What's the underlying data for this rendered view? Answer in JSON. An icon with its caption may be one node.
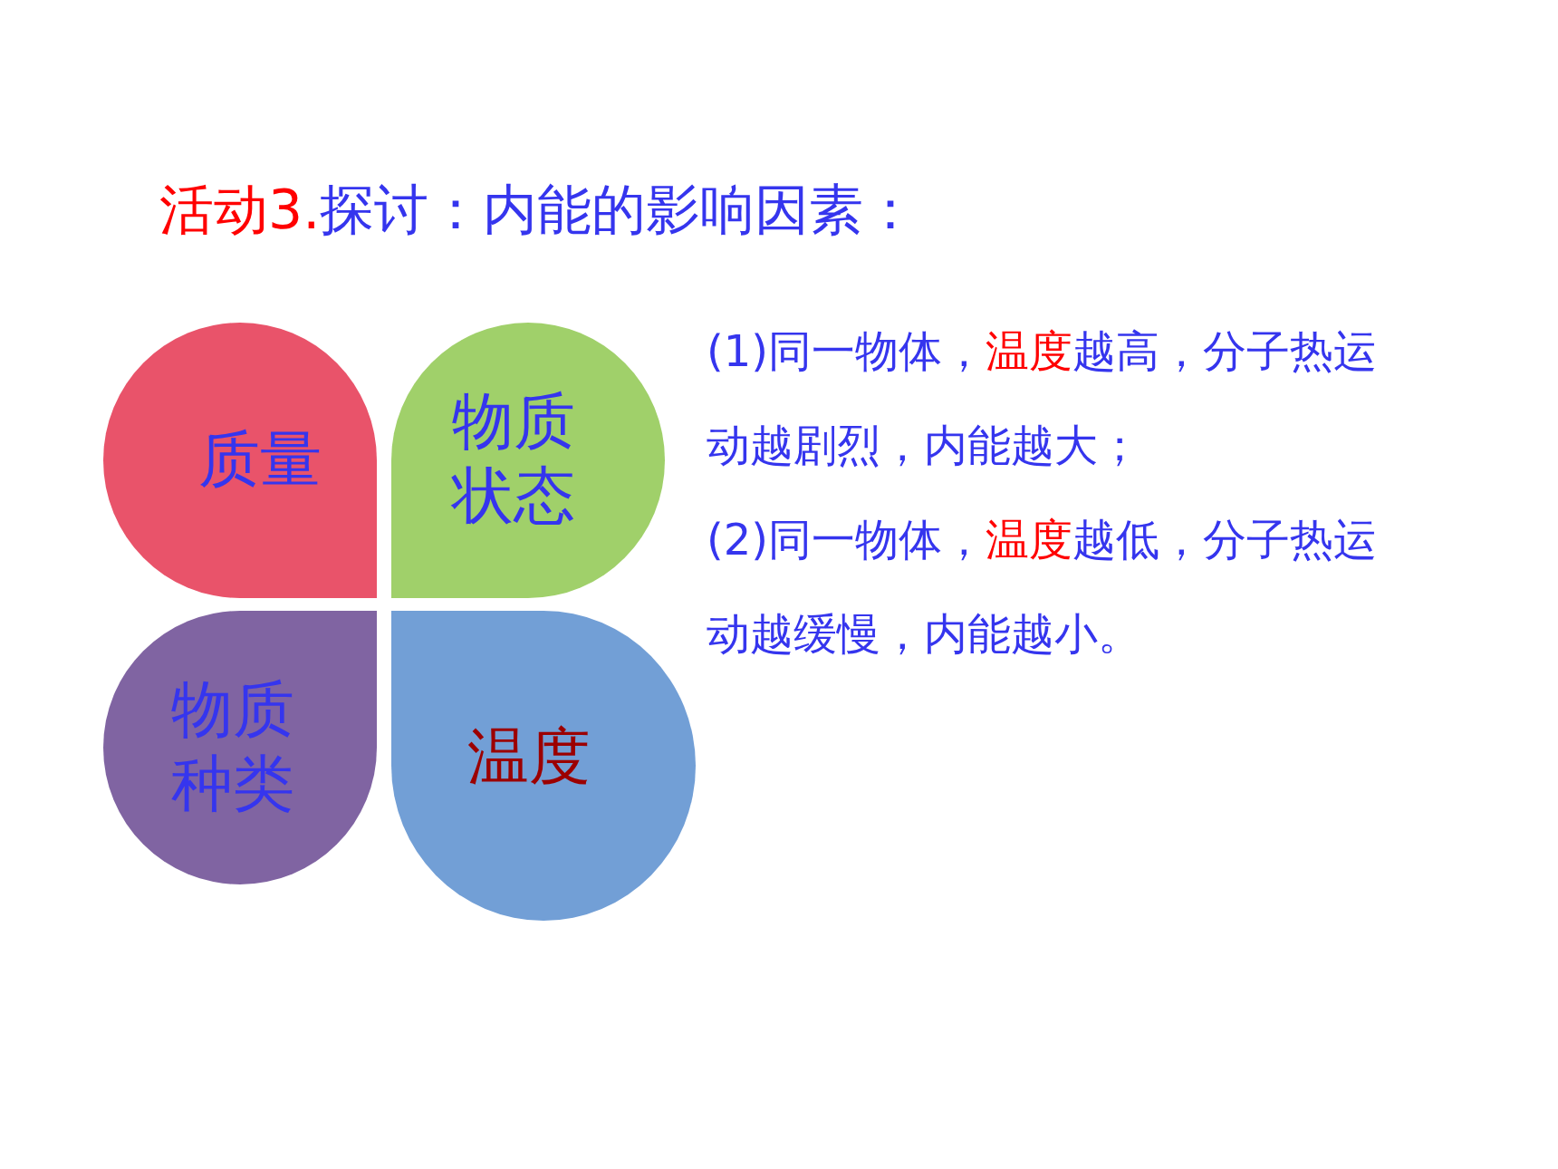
{
  "diagram": {
    "title": "**活动3.**探讨：内能的影响因素：",
    "nodes": [
      {
        "text": [
          "质量"
        ]
      },
      {
        "text": [
          "物质状态"
        ]
      },
      {
        "text": [
          "物质种类"
        ]
      },
      {
        "text": [
          "温度"
        ]
      }
    ],
    "labels": [
      "(1)同一物体，**温度**越高，分子热运动越剧烈，内能越大；",
      "(2)同一物体，**温度**越低，分子热运动越缓慢，内能越小。"
    ]
  }
}
